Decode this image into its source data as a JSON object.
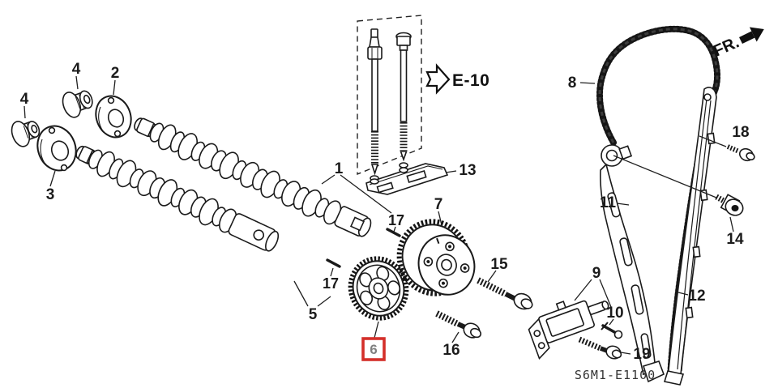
{
  "diagram": {
    "drawing_code": "S6M1-E1100",
    "section_ref": {
      "label": "E-10"
    },
    "direction_indicator": {
      "label": "FR."
    },
    "highlight_color": "#d42f2a",
    "highlighted_callout": {
      "ref": "6"
    },
    "callouts": [
      {
        "part": "oil-seal",
        "ref": "4"
      },
      {
        "part": "oil-seal",
        "ref": "4"
      },
      {
        "part": "end-plate",
        "ref": "2"
      },
      {
        "part": "end-plate",
        "ref": "3"
      },
      {
        "part": "camshaft-set",
        "ref": "1"
      },
      {
        "part": "dowel-pin",
        "ref": "17"
      },
      {
        "part": "dowel-pin",
        "ref": "17"
      },
      {
        "part": "camshaft-rear",
        "ref": "5"
      },
      {
        "part": "vtc-actuator-sprocket",
        "ref": "7"
      },
      {
        "part": "base-plate",
        "ref": "13"
      },
      {
        "part": "flange-bolt",
        "ref": "15"
      },
      {
        "part": "flange-bolt",
        "ref": "16"
      },
      {
        "part": "timing-chain",
        "ref": "8"
      },
      {
        "part": "chain-tensioner",
        "ref": "9"
      },
      {
        "part": "stud-bolt",
        "ref": "10"
      },
      {
        "part": "flange-bolt",
        "ref": "19"
      },
      {
        "part": "tensioner-arm",
        "ref": "11"
      },
      {
        "part": "chain-guide",
        "ref": "12"
      },
      {
        "part": "pivot-bolt",
        "ref": "14"
      },
      {
        "part": "mount-bolt",
        "ref": "18"
      }
    ]
  }
}
